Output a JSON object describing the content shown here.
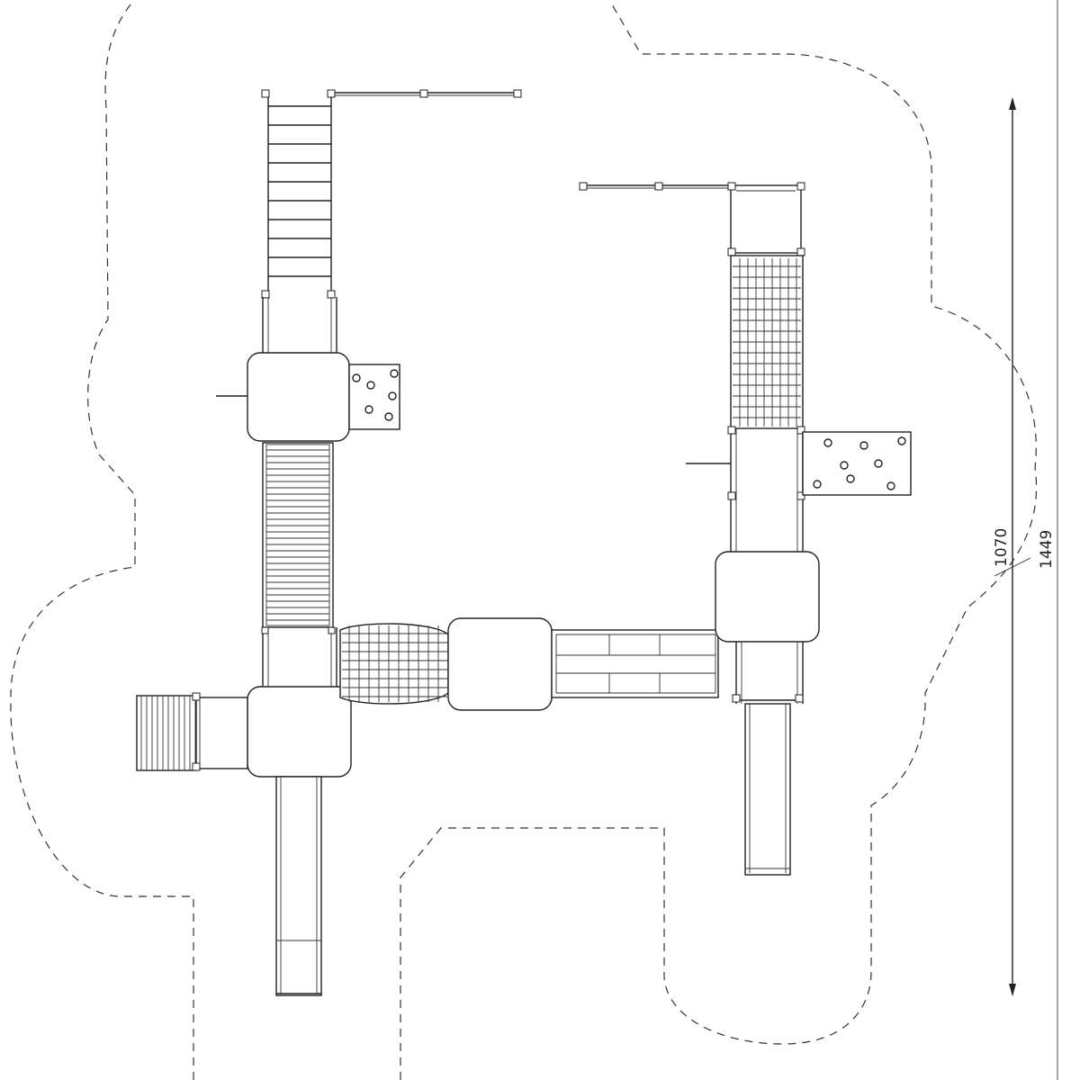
{
  "drawing": {
    "dimension_inner": "1070",
    "dimension_outer": "1449",
    "colors": {
      "line": "#222222",
      "background": "#ffffff"
    },
    "components": [
      "safety-zone-outline",
      "left-tower",
      "right-tower",
      "center-tower",
      "horizontal-ladder",
      "monkey-bars",
      "wave-slide",
      "straight-slide",
      "rope-bridge",
      "rigid-bridge",
      "climbing-walls",
      "steps"
    ]
  }
}
